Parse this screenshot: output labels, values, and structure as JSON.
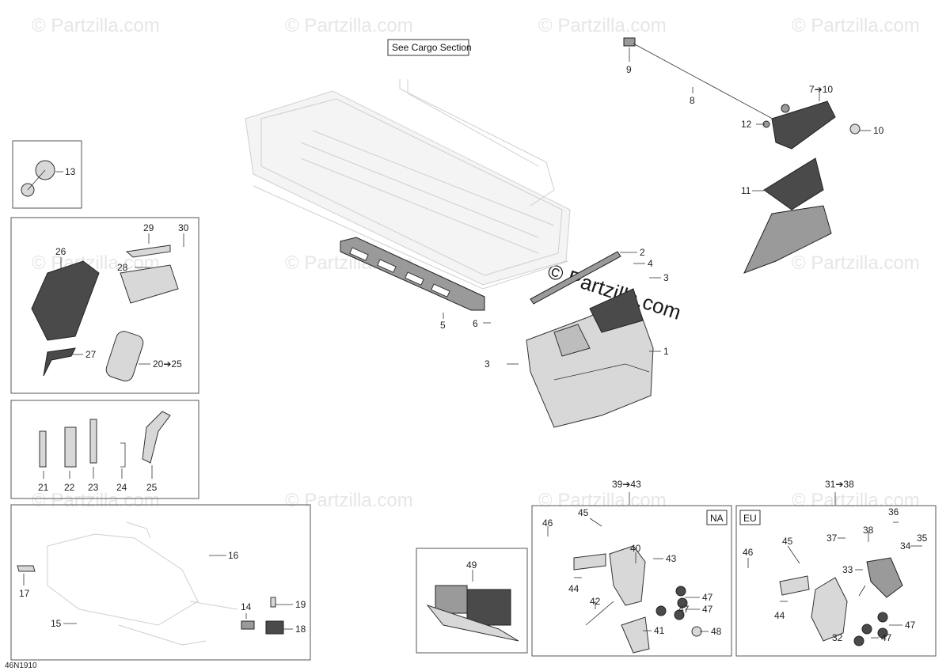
{
  "diagram": {
    "drawing_code": "46N1910",
    "watermark": "© Partzilla.com",
    "cargo_note": "See Cargo Section",
    "region_na": "NA",
    "region_eu": "EU",
    "group_na": "39➔43",
    "group_eu": "31➔38",
    "callouts": [
      "1",
      "2",
      "3",
      "3",
      "4",
      "5",
      "6",
      "7➔10",
      "8",
      "9",
      "10",
      "11",
      "12",
      "13",
      "14",
      "15",
      "16",
      "17",
      "18",
      "19",
      "20➔25",
      "21",
      "22",
      "23",
      "24",
      "25",
      "26",
      "27",
      "28",
      "29",
      "30",
      "32",
      "33",
      "34",
      "35",
      "36",
      "37",
      "38",
      "40",
      "41",
      "42",
      "43",
      "44",
      "44",
      "45",
      "45",
      "46",
      "46",
      "47",
      "47",
      "47",
      "47",
      "47",
      "48",
      "49"
    ]
  }
}
